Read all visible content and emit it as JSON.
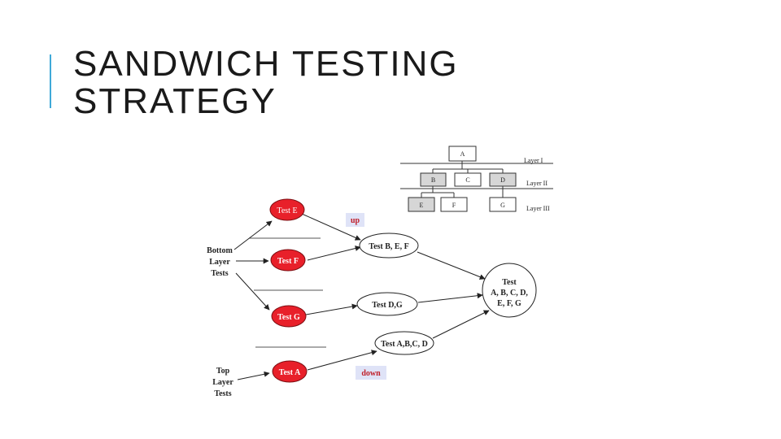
{
  "title": {
    "line1": "SANDWICH TESTING",
    "line2": "STRATEGY"
  },
  "colors": {
    "accent": "#3fa9d8",
    "test_node_fill": "#e8202a",
    "direction_label_fill": "#dfe3f7",
    "direction_label_text": "#c0202a",
    "structure_box_fill": "#d6d6d6"
  },
  "hierarchy": {
    "top": "A",
    "middle": [
      "B",
      "C",
      "D"
    ],
    "bottom": [
      "E",
      "F",
      "G"
    ],
    "layers": [
      "Layer I",
      "Layer II",
      "Layer III"
    ]
  },
  "group_labels": {
    "bottom": [
      "Bottom",
      "Layer",
      "Tests"
    ],
    "top": [
      "Top",
      "Layer",
      "Tests"
    ]
  },
  "test_nodes": {
    "test_e": "Test E",
    "test_f": "Test F",
    "test_g": "Test G",
    "test_a": "Test A"
  },
  "integration_nodes": {
    "test_bef": "Test B, E, F",
    "test_dg": "Test D,G",
    "test_abcd": "Test A,B,C, D",
    "final": [
      "Test",
      "A, B, C, D,",
      "E, F, G"
    ]
  },
  "direction_labels": {
    "up": "up",
    "down": "down"
  }
}
